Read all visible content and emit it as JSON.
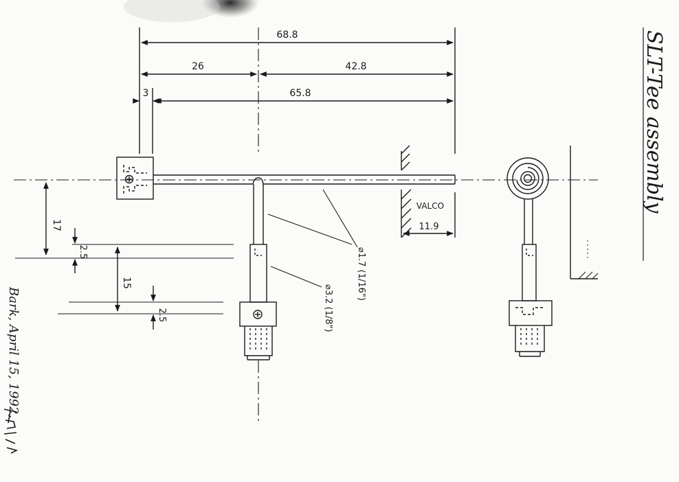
{
  "title": "SLT-Tee assembly",
  "dimensions": {
    "total_length": "68.8",
    "left_to_center": "26",
    "center_to_right": "42.8",
    "block_width": "3",
    "tube_length": "65.8",
    "valco_depth": "11.9",
    "vertical_offset": "17",
    "collar_upper": "2.5",
    "stem_length": "15",
    "collar_lower": "2.5"
  },
  "callouts": {
    "tube_diameter": "⌀1.7 (1/16\")",
    "stem_diameter": "⌀3.2 (1/8\")"
  },
  "labels": {
    "valco": "VALCO"
  },
  "signature": {
    "text": "Bark, April 15, 1992,"
  },
  "colors": {
    "ink": "#1a1a1a",
    "paper": "#fbfbf9",
    "smudge": "#2a2a2a"
  }
}
